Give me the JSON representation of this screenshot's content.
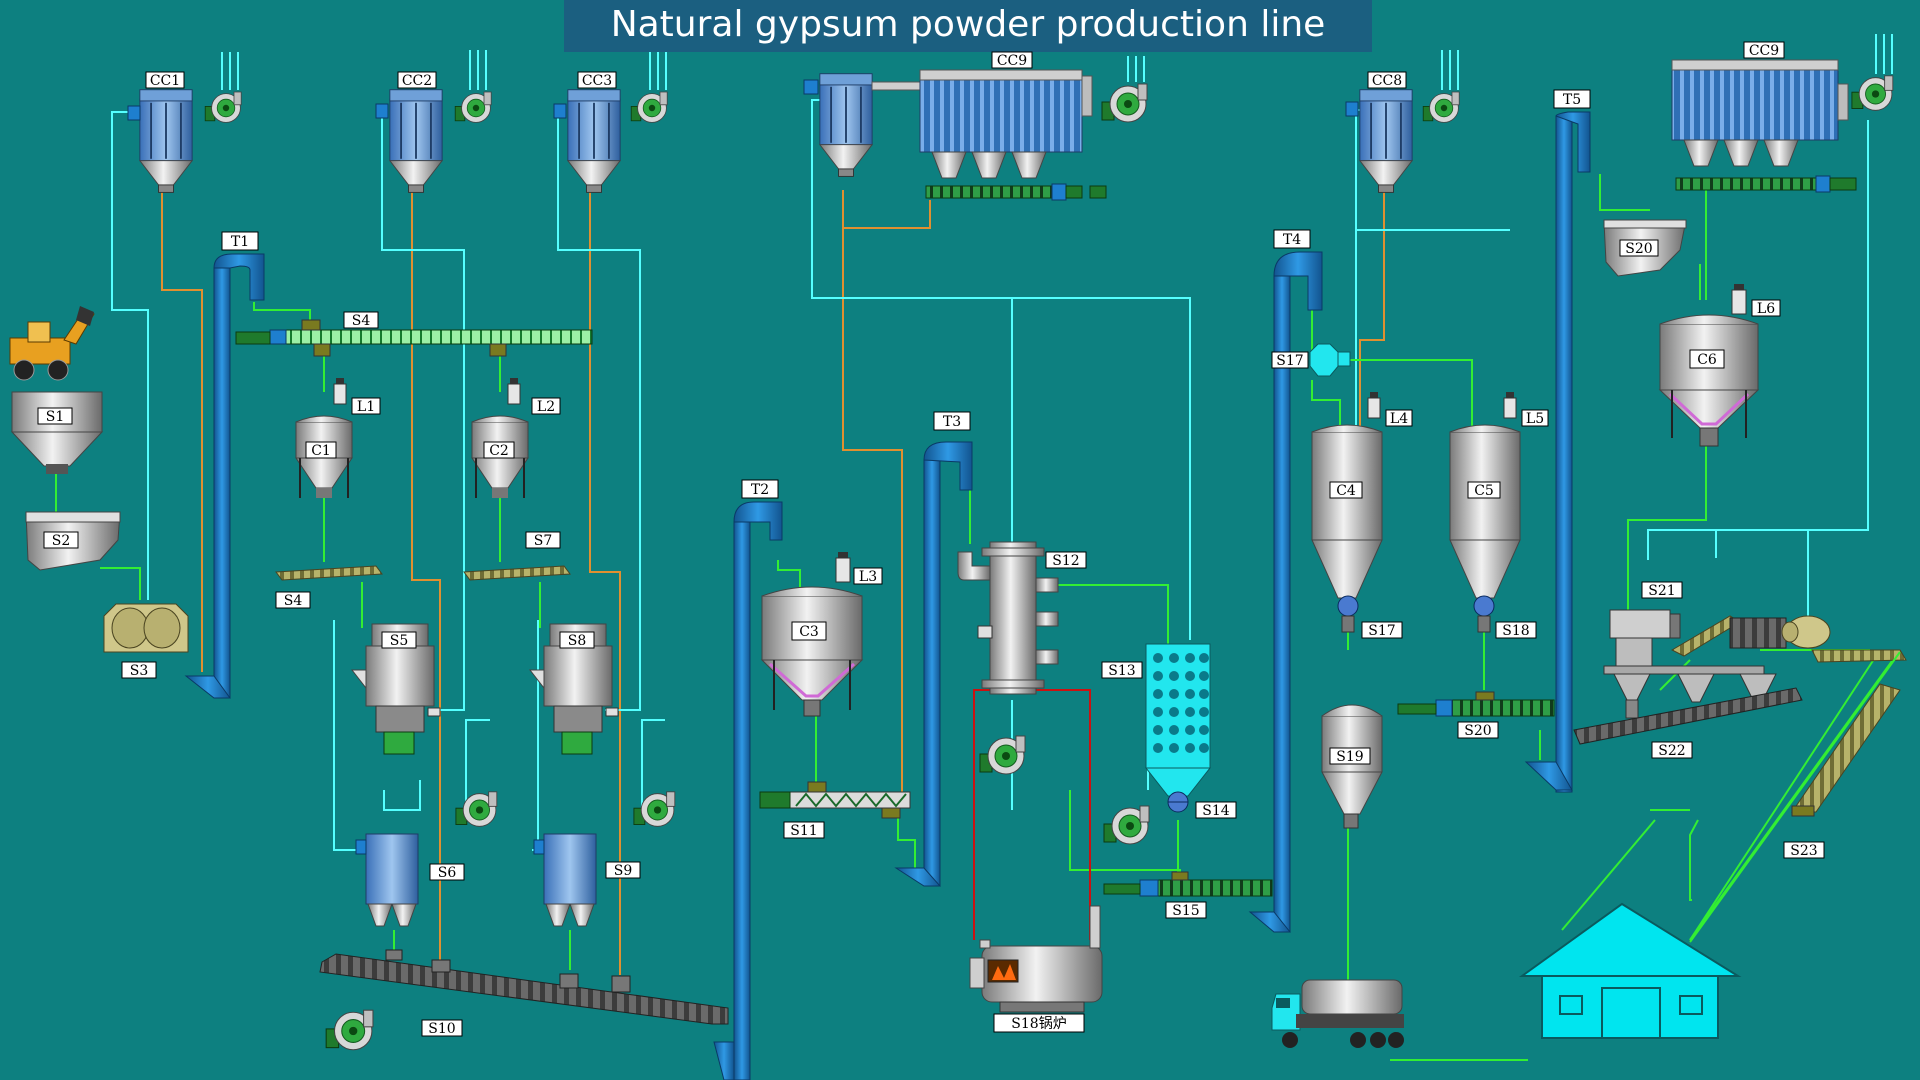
{
  "title": "Natural gypsum powder production line",
  "labels": {
    "cc1": "CC1",
    "cc2": "CC2",
    "cc3": "CC3",
    "cc8": "CC8",
    "cc9a": "CC9",
    "cc9b": "CC9",
    "t1": "T1",
    "t2": "T2",
    "t3": "T3",
    "t4": "T4",
    "t5": "T5",
    "s1": "S1",
    "s2": "S2",
    "s3": "S3",
    "s4a": "S4",
    "s4b": "S4",
    "s5": "S5",
    "s6": "S6",
    "s7": "S7",
    "s8": "S8",
    "s9": "S9",
    "s10": "S10",
    "s11": "S11",
    "s12": "S12",
    "s13": "S13",
    "s14": "S14",
    "s15": "S15",
    "s17a": "S17",
    "s17b": "S17",
    "s18": "S18",
    "s19": "S19",
    "s20a": "S20",
    "s20b": "S20",
    "s21": "S21",
    "s22": "S22",
    "s23": "S23",
    "boiler": "S18锅炉",
    "c1": "C1",
    "c2": "C2",
    "c3": "C3",
    "c4": "C4",
    "c5": "C5",
    "c6": "C6",
    "l1": "L1",
    "l2": "L2",
    "l3": "L3",
    "l4": "L4",
    "l5": "L5",
    "l6": "L6"
  },
  "colors": {
    "background": "#0d8080",
    "title_bar": "#1b5f80",
    "material_flow": "#33ee33",
    "air_flow": "#55ffff",
    "dust_return": "#e09030",
    "hot_gas": "#cc1111",
    "elevator": "#1e7fcf",
    "warehouse": "#00e5ef"
  },
  "icons": [
    "wheel-loader-icon",
    "fan-icon",
    "truck-icon",
    "warehouse-icon",
    "boiler-icon",
    "bag-filter-icon"
  ]
}
